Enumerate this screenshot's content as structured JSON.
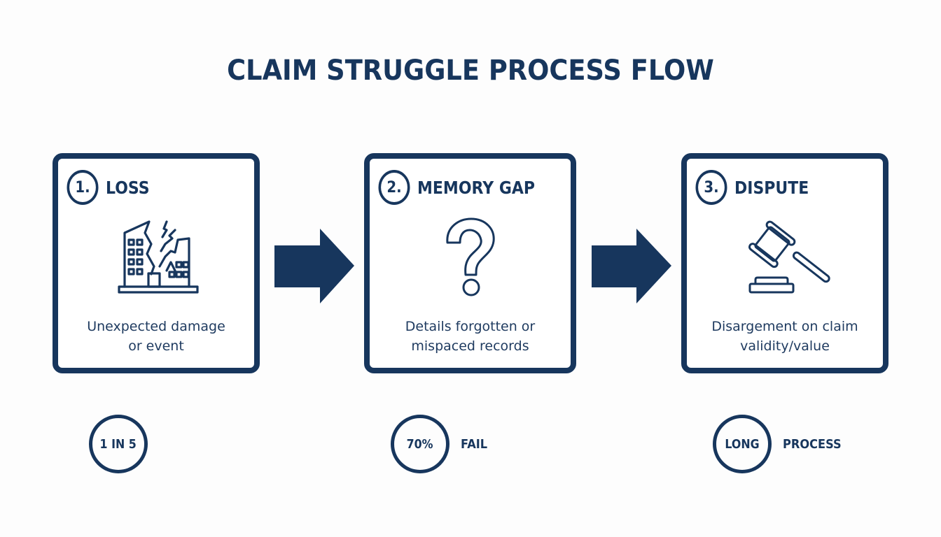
{
  "title": "CLAIM STRUGGLE PROCESS FLOW",
  "colors": {
    "primary": "#17365d",
    "background": "#fdfdfd",
    "box_fill": "#ffffff"
  },
  "steps": [
    {
      "number": "1.",
      "title": "LOSS",
      "icon": "damaged-building-icon",
      "description_line1": "Unexpected damage",
      "description_line2": "or event"
    },
    {
      "number": "2.",
      "title": "MEMORY GAP",
      "icon": "question-mark-icon",
      "description_line1": "Details forgotten or",
      "description_line2": "mispaced records"
    },
    {
      "number": "3.",
      "title": "DISPUTE",
      "icon": "gavel-icon",
      "description_line1": "Disargement on claim",
      "description_line2": "validity/value"
    }
  ],
  "connectors": [
    {
      "from": "LOSS",
      "to": "MEMORY GAP",
      "icon": "right-arrow-icon"
    },
    {
      "from": "MEMORY GAP",
      "to": "DISPUTE",
      "icon": "right-arrow-icon"
    }
  ],
  "stats": [
    {
      "circle_text": "1 IN 5",
      "label": ""
    },
    {
      "circle_text": "70%",
      "label": "FAIL"
    },
    {
      "circle_text": "LONG",
      "label": "PROCESS"
    }
  ]
}
